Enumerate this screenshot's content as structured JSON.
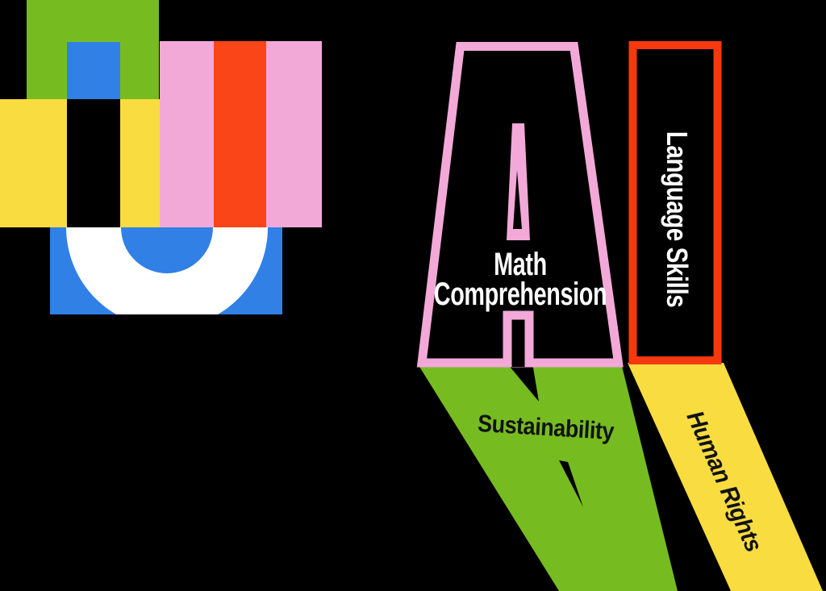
{
  "background_color": "#000000",
  "palette": {
    "green": "#76BC21",
    "blue": "#3080E6",
    "yellow": "#F9DC40",
    "pink": "#F2A9D8",
    "red": "#F94517",
    "orange_red": "#F5380E",
    "white": "#FFFFFF",
    "black": "#000000",
    "dark_text": "#121212"
  },
  "ai_graphic": {
    "letter_a": {
      "letter": "A",
      "outline_color": "#F2A9D8",
      "fill_color": "#000000",
      "label": {
        "line1": "Math",
        "line2": "Comprehension",
        "color": "#FFFFFF"
      },
      "shadow": {
        "label": "Sustainability",
        "color": "#76BC21",
        "label_color": "#121212"
      }
    },
    "letter_i": {
      "letter": "I",
      "outline_color": "#F5380E",
      "fill_color": "#000000",
      "label": {
        "text": "Language Skills",
        "color": "#FFFFFF"
      },
      "shadow": {
        "label": "Human Rights",
        "color": "#F9DC40",
        "label_color": "#121212"
      }
    }
  }
}
